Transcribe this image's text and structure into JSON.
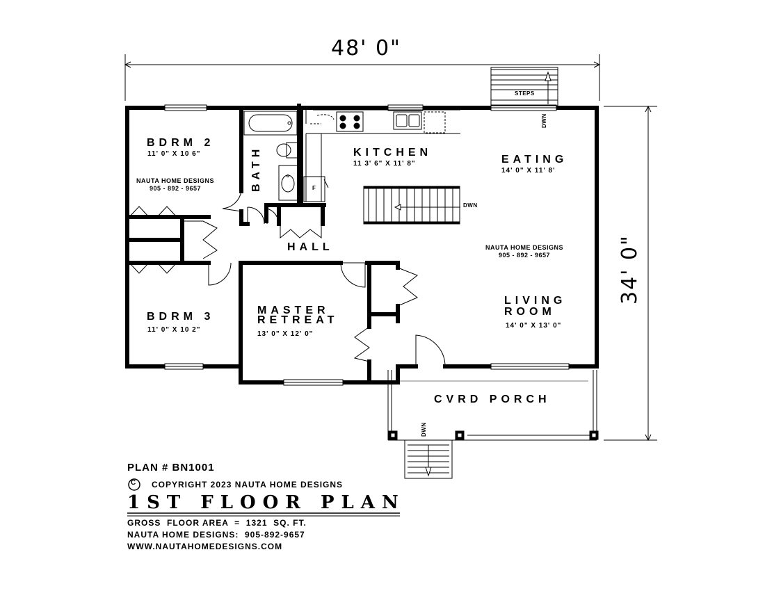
{
  "overall": {
    "width": "48' 0\"",
    "depth": "34' 0\""
  },
  "rooms": {
    "bdrm2": {
      "name": "BDRM 2",
      "size": "11' 0\" X 10 6\""
    },
    "bath": {
      "name": "BATH"
    },
    "kitchen": {
      "name": "KITCHEN",
      "size": "11 3' 6\" X 11' 8\""
    },
    "eating": {
      "name": "EATING",
      "size": "14' 0\" X 11' 8'"
    },
    "hall": {
      "name": "HALL"
    },
    "bdrm3": {
      "name": "BDRM 3",
      "size": "11' 0\" X 10 2\""
    },
    "master": {
      "name1": "MASTER",
      "name2": "RETREAT",
      "size": "13' 0\" X 12' 0\""
    },
    "living": {
      "name1": "LIVING",
      "name2": "ROOM",
      "size": "14' 0\" X 13' 0\""
    },
    "porch": {
      "name": "CVRD PORCH"
    }
  },
  "annotations": {
    "steps": "STEPS",
    "dwn": "DWN",
    "fridge": "F"
  },
  "watermark": {
    "company": "NAUTA HOME DESIGNS",
    "phone": "905 - 892 - 9657"
  },
  "title_block": {
    "plan_no": "PLAN # BN1001",
    "copyright_symbol": "C",
    "copyright": "COPYRIGHT 2023 NAUTA HOME DESIGNS",
    "title": "1ST FLOOR PLAN",
    "area": "GROSS  FLOOR AREA  =  1321  SQ. FT.",
    "contact": "NAUTA HOME DESIGNS:  905-892-9657",
    "website": "WWW.NAUTAHOMEDESIGNS.COM"
  }
}
